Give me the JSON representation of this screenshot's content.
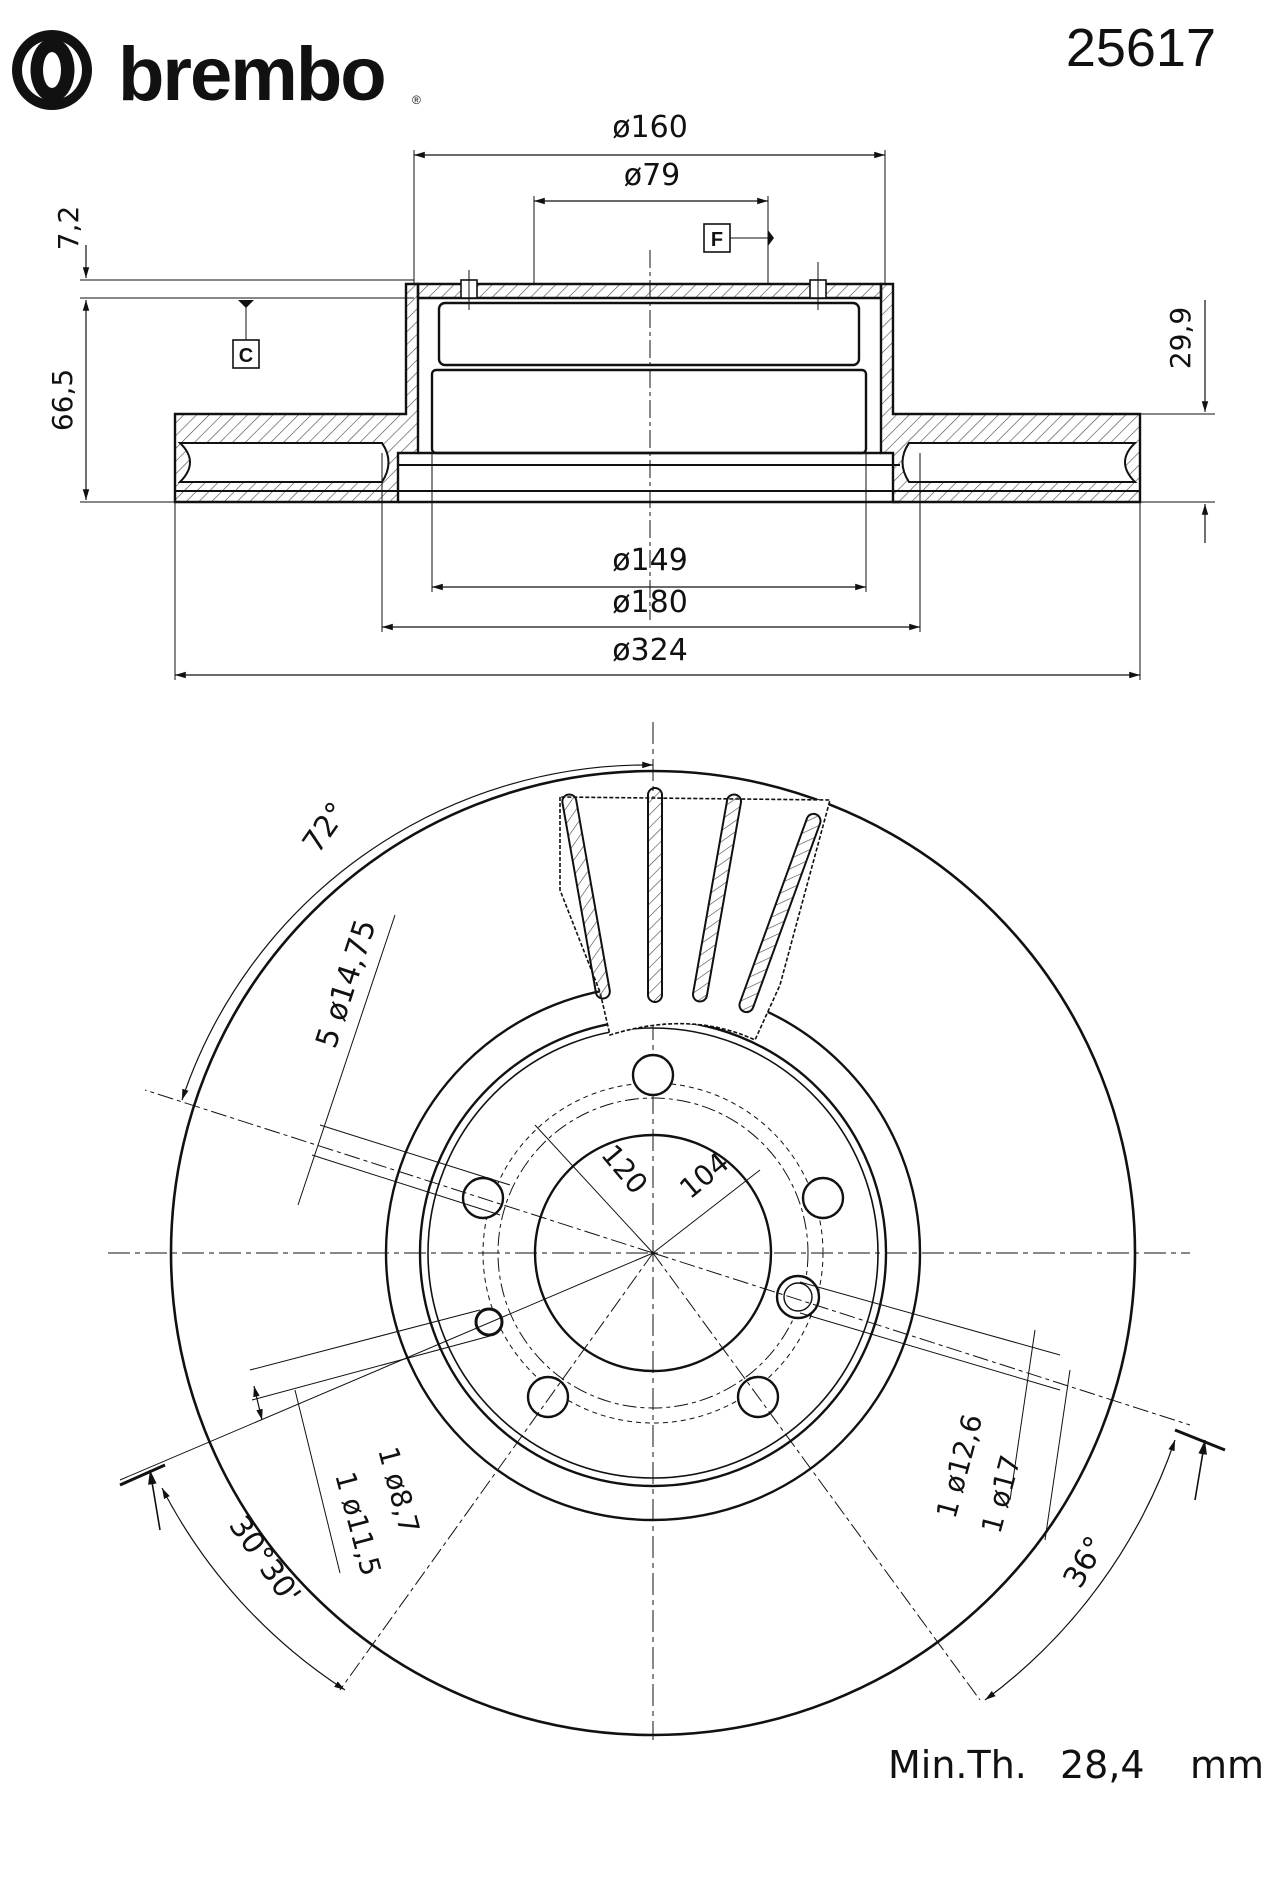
{
  "brand": {
    "name": "brembo",
    "registered": "®"
  },
  "part_number": "25617",
  "side_view": {
    "dimensions": {
      "d160": "ø160",
      "d79": "ø79",
      "d149": "ø149",
      "d180": "ø180",
      "d324": "ø324",
      "h7_2": "7,2",
      "h66_5": "66,5",
      "h29_9": "29,9"
    },
    "datums": {
      "f": "F",
      "c": "C"
    }
  },
  "front_view": {
    "dimensions": {
      "a72": "72°",
      "holes5": "5 ø14,75",
      "pcd120": "120",
      "cb104": "104",
      "h8_7": "1 ø8,7",
      "h11_5": "1 ø11,5",
      "a30": "30°30'",
      "h12_6": "1 ø12,6",
      "h17": "1 ø17",
      "a36": "36°"
    }
  },
  "min_thickness": {
    "label": "Min.Th.",
    "value": "28,4",
    "unit": "mm"
  },
  "colors": {
    "ink": "#111111",
    "hatch": "#444444",
    "paper": "#ffffff"
  }
}
